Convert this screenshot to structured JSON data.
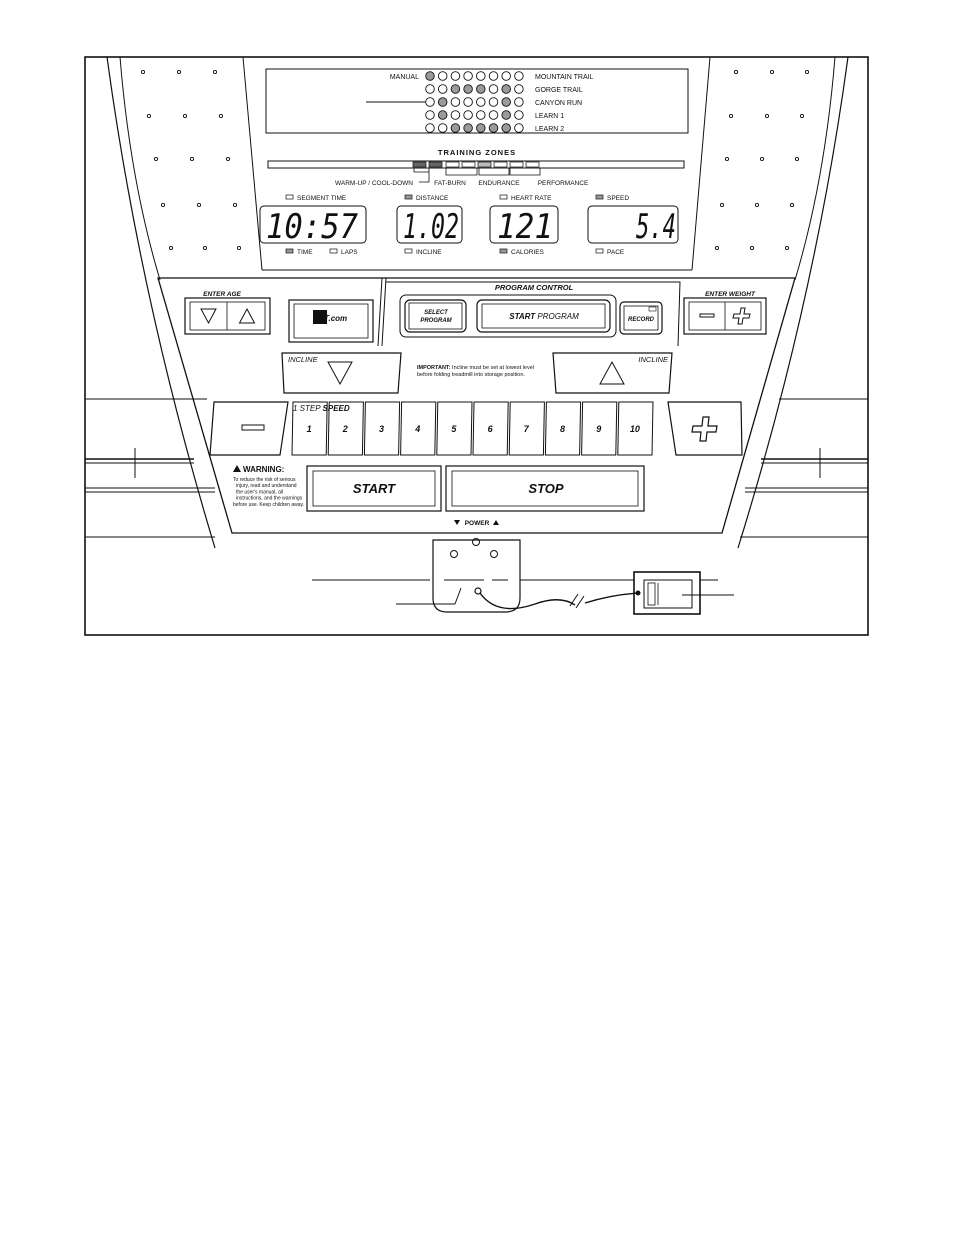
{
  "programs": {
    "left": [
      "MANUAL"
    ],
    "right": [
      "MOUNTAIN TRAIL",
      "GORGE TRAIL",
      "CANYON RUN",
      "LEARN 1",
      "LEARN 2"
    ],
    "matrix_rows": 5,
    "matrix_cols": 8,
    "lit": [
      [
        0,
        0
      ],
      [
        1,
        2
      ],
      [
        1,
        3
      ],
      [
        1,
        4
      ],
      [
        1,
        6
      ],
      [
        2,
        1
      ],
      [
        2,
        6
      ],
      [
        3,
        1
      ],
      [
        3,
        6
      ],
      [
        4,
        2
      ],
      [
        4,
        3
      ],
      [
        4,
        4
      ],
      [
        4,
        5
      ],
      [
        4,
        6
      ]
    ]
  },
  "training_zones": {
    "title": "TRAINING ZONES",
    "labels": [
      "WARM-UP / COOL-DOWN",
      "FAT-BURN",
      "ENDURANCE",
      "PERFORMANCE"
    ]
  },
  "displays": [
    {
      "top_label": "SEGMENT TIME",
      "value": "10:57",
      "bottom_labels": [
        "TIME",
        "LAPS"
      ]
    },
    {
      "top_label": "DISTANCE",
      "value": "1.02",
      "bottom_labels": [
        "INCLINE"
      ]
    },
    {
      "top_label": "HEART RATE",
      "value": "121",
      "bottom_labels": [
        "CALORIES"
      ]
    },
    {
      "top_label": "SPEED",
      "value": "5.4",
      "bottom_labels": [
        "PACE"
      ]
    }
  ],
  "controls": {
    "enter_age": "ENTER AGE",
    "logo": "iFIT.com",
    "program_control": "PROGRAM CONTROL",
    "select_program": [
      "SELECT",
      "PROGRAM"
    ],
    "start_program_bold": "START",
    "start_program_rest": "PROGRAM",
    "record": "RECORD",
    "enter_weight": "ENTER WEIGHT",
    "incline": "INCLINE",
    "important_bold": "IMPORTANT:",
    "important_line1": "Incline must be set at lowest level",
    "important_line2": "before folding treadmill into storage position.",
    "onestep": "1 STEP",
    "speed": "SPEED",
    "speed_keys": [
      "1",
      "2",
      "3",
      "4",
      "5",
      "6",
      "7",
      "8",
      "9",
      "10"
    ],
    "warning_title": "WARNING:",
    "warning_lines": [
      "To reduce the risk of serious",
      "injury, read and understand",
      "the user's manual, all",
      "instructions, and the warnings",
      "before use. Keep children away."
    ],
    "start": "START",
    "stop": "STOP",
    "power": "POWER"
  },
  "colors": {
    "line": "#111111",
    "lit": "#9a9a9a",
    "panel": "#ffffff"
  }
}
